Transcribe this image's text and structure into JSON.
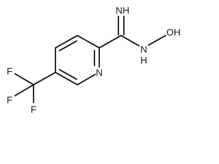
{
  "molecule": {
    "atom_labels": {
      "imine": "NH",
      "hydroxylamine_n": "N",
      "hydroxyl": "OH",
      "hydroxyl_h": "H",
      "ring_n": "N",
      "fluorine_1": "F",
      "fluorine_2": "F",
      "fluorine_3": "F"
    },
    "bond_color": "#1a1a1a",
    "label_color": "#1a1a1a"
  }
}
